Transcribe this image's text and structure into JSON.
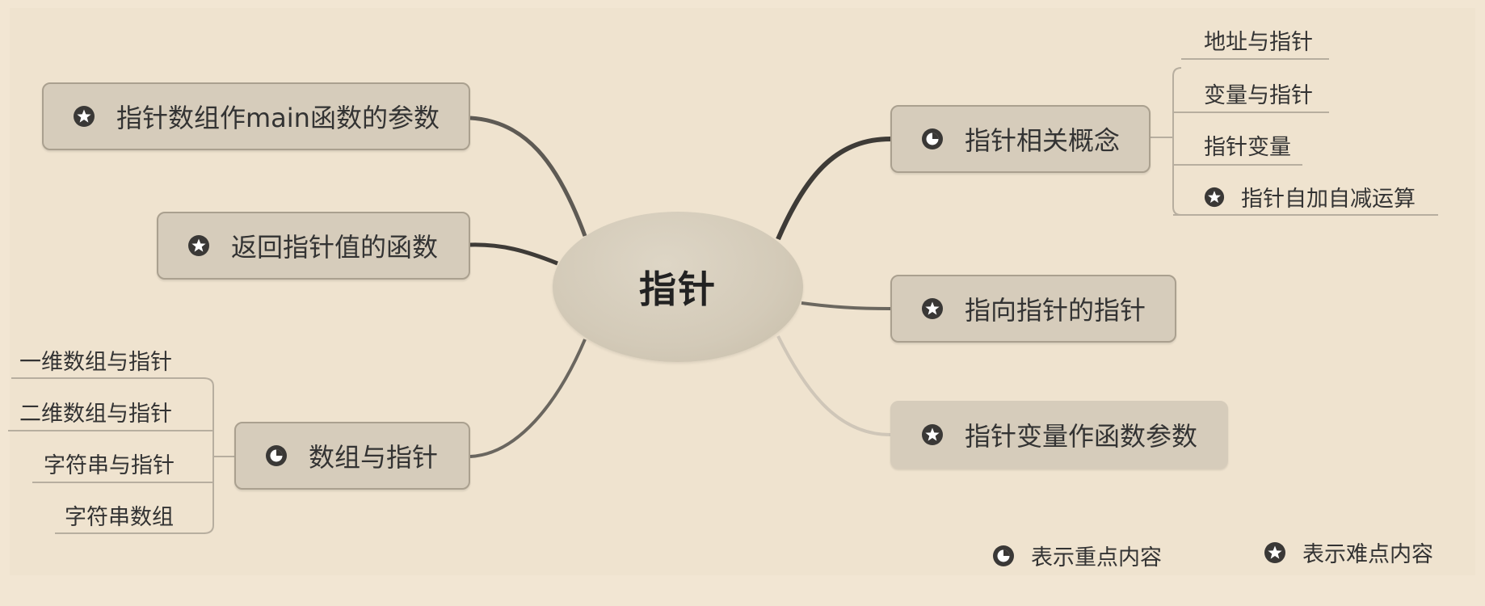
{
  "center": {
    "label": "指针"
  },
  "left_nodes": [
    {
      "label": "指针数组作main函数的参数",
      "icon": "difficult-icon"
    },
    {
      "label": "返回指针值的函数",
      "icon": "difficult-icon"
    },
    {
      "label": "数组与指针",
      "icon": "key-point-icon",
      "children": [
        "一维数组与指针",
        "二维数组与指针",
        "字符串与指针",
        "字符串数组"
      ]
    }
  ],
  "right_nodes": [
    {
      "label": "指针相关概念",
      "icon": "key-point-icon",
      "children": [
        {
          "label": "地址与指针"
        },
        {
          "label": "变量与指针"
        },
        {
          "label": "指针变量"
        },
        {
          "label": "指针自加自减运算",
          "icon": "difficult-icon"
        }
      ]
    },
    {
      "label": "指向指针的指针",
      "icon": "difficult-icon"
    },
    {
      "label": "指针变量作函数参数",
      "icon": "difficult-icon"
    }
  ],
  "legend": {
    "key_point": "表示重点内容",
    "difficult": "表示难点内容"
  },
  "colors": {
    "background": "#f2e6d3",
    "node_fill": "#d6ccbb",
    "center_fill": "#d3cab8",
    "link_dark": "#5a5650",
    "link_light": "#cfc6b8"
  }
}
